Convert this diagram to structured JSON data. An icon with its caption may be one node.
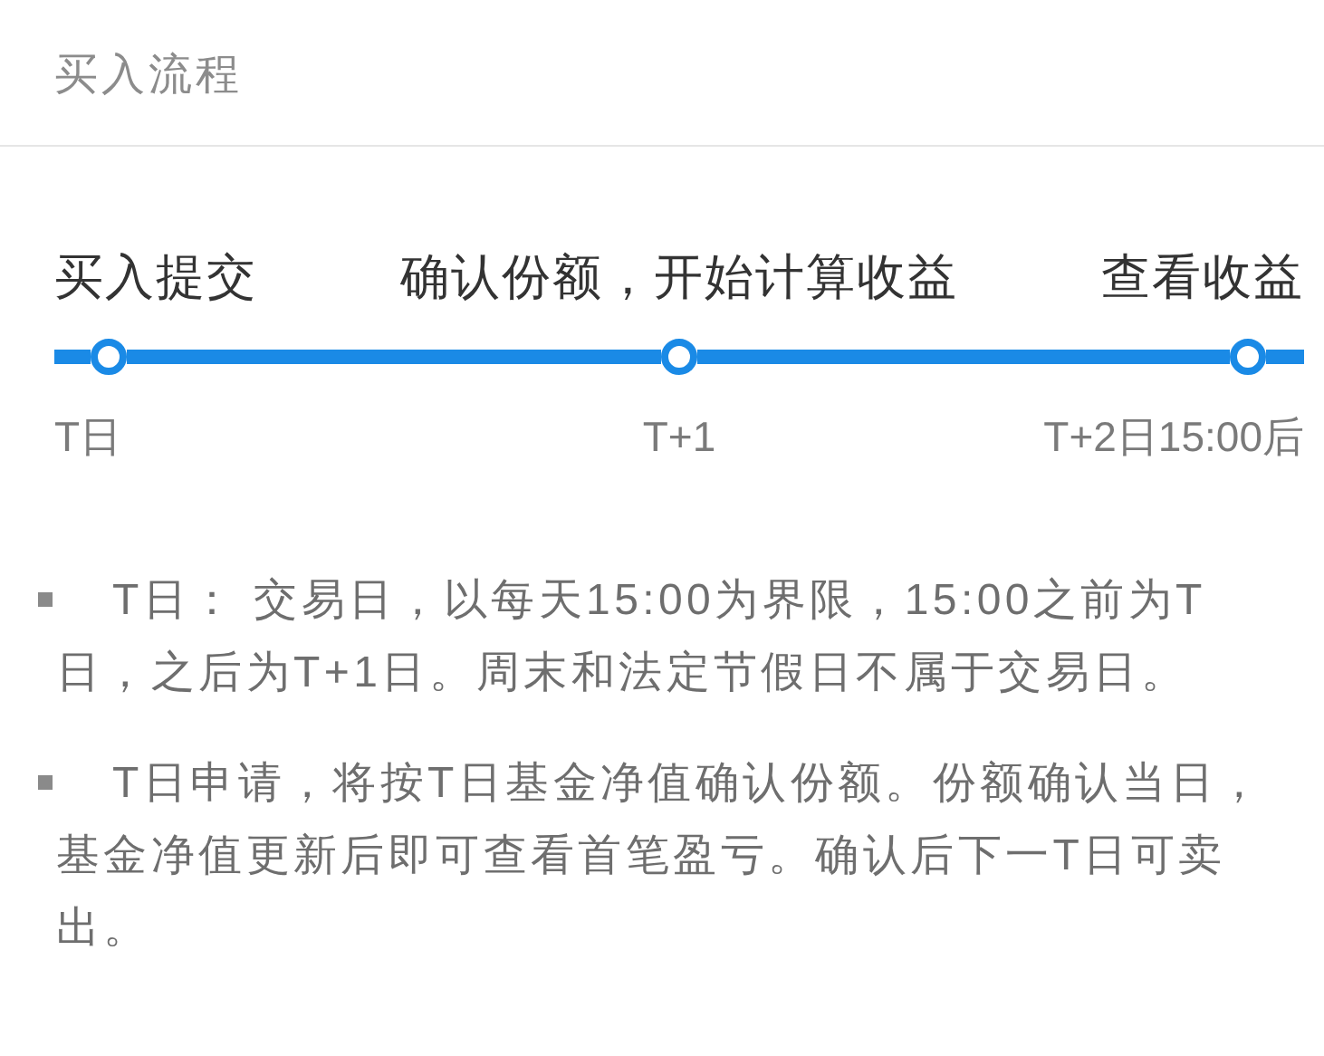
{
  "diagram": {
    "title": "买入流程",
    "nodes": [
      {
        "text": [],
        "shape": "circle",
        "beside": [
          "买入提交",
          "T日"
        ]
      },
      {
        "text": [],
        "shape": "circle",
        "beside": [
          "确认份额，开始计算收益",
          "T+1"
        ]
      },
      {
        "text": [],
        "shape": "circle",
        "beside": [
          "查看收益",
          "T+2日15:00后"
        ]
      }
    ],
    "edges": [
      {
        "from": null,
        "to": 0,
        "arrow": "none"
      },
      {
        "from": 0,
        "to": 1,
        "arrow": "none"
      },
      {
        "from": 1,
        "to": 2,
        "arrow": "none"
      },
      {
        "from": 2,
        "to": null,
        "arrow": "none"
      }
    ],
    "labels": [
      "T日： 交易日，以每天15:00为界限，15:00之前为T日，之后为T+1日。周末和法定节假日不属于交易日。",
      "T日申请，将按T日基金净值确认份额。份额确认当日，基金净值更新后即可查看首笔盈亏。确认后下一T日可卖出。"
    ]
  }
}
